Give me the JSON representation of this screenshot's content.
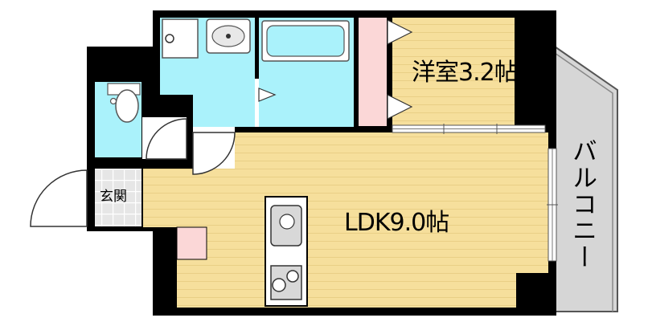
{
  "floorplan": {
    "rooms": {
      "western_room": {
        "label": "洋室3.2帖"
      },
      "ldk": {
        "label": "LDK9.0帖"
      },
      "entrance": {
        "label": "玄関"
      },
      "balcony": {
        "label": "バルコニー"
      }
    },
    "colors": {
      "wall": "#000000",
      "wood_floor": "#f6df9c",
      "wood_stripe": "#ead08a",
      "wet_area": "#aaf2fb",
      "closet_pink": "#fbd7d7",
      "balcony": "#d6d6d6",
      "entrance_tile": "#e2e2e2",
      "fixture_gray": "#cfcfcf"
    }
  }
}
